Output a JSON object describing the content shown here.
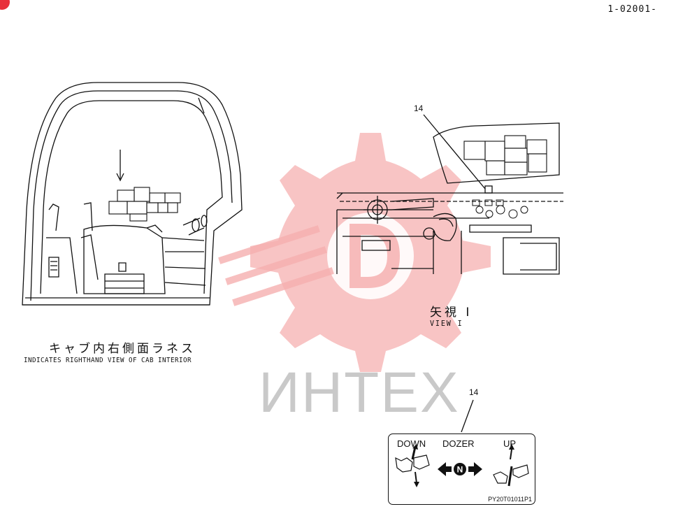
{
  "header": {
    "page_number": "1-02001-"
  },
  "watermark": {
    "text": "ИНТЕХ",
    "color": "#f4a8a8"
  },
  "cab_view": {
    "caption_jp": "キャブ内右側面ラネス",
    "caption_en": "INDICATES RIGHTHAND VIEW OF CAB INTERIOR"
  },
  "view_i": {
    "callout": "14",
    "caption_jp": "矢視 I",
    "caption_en": "VIEW I"
  },
  "label_14": {
    "callout": "14",
    "down": "DOWN",
    "dozer": "DOZER",
    "up": "UP",
    "neutral_symbol": "N",
    "part_code": "PY20T01011P1"
  },
  "colors": {
    "badge": "#e8303a",
    "line": "#111111"
  }
}
